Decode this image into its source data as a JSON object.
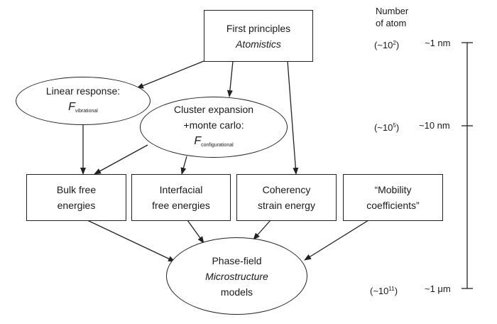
{
  "first_principles": {
    "line1": "First principles",
    "line2": "Atomistics"
  },
  "linear_response": {
    "line1": "Linear response:",
    "symbol": "F",
    "subscript": "vibrational"
  },
  "cluster_expansion": {
    "line1": "Cluster expansion",
    "line2": "+monte carlo:",
    "symbol": "F",
    "subscript": "configurational"
  },
  "bulk_free": {
    "line1": "Bulk free",
    "line2": "energies"
  },
  "interfacial": {
    "line1": "Interfacial",
    "line2": "free energies"
  },
  "coherency": {
    "line1": "Coherency",
    "line2": "strain energy"
  },
  "mobility": {
    "line1": "“Mobility",
    "line2": "coefficients”"
  },
  "phase_field": {
    "line1": "Phase-field",
    "line2": "Microstructure",
    "line3": "models"
  },
  "scale": {
    "header_line1": "Number",
    "header_line2": "of atom",
    "levels": [
      {
        "atoms_prefix": "(~10",
        "atoms_exp": "2",
        "atoms_suffix": ")",
        "length": "~1 nm"
      },
      {
        "atoms_prefix": "(~10",
        "atoms_exp": "5",
        "atoms_suffix": ")",
        "length": "~10 nm"
      },
      {
        "atoms_prefix": "(~10",
        "atoms_exp": "11",
        "atoms_suffix": ")",
        "length": "~1 μm"
      }
    ]
  }
}
